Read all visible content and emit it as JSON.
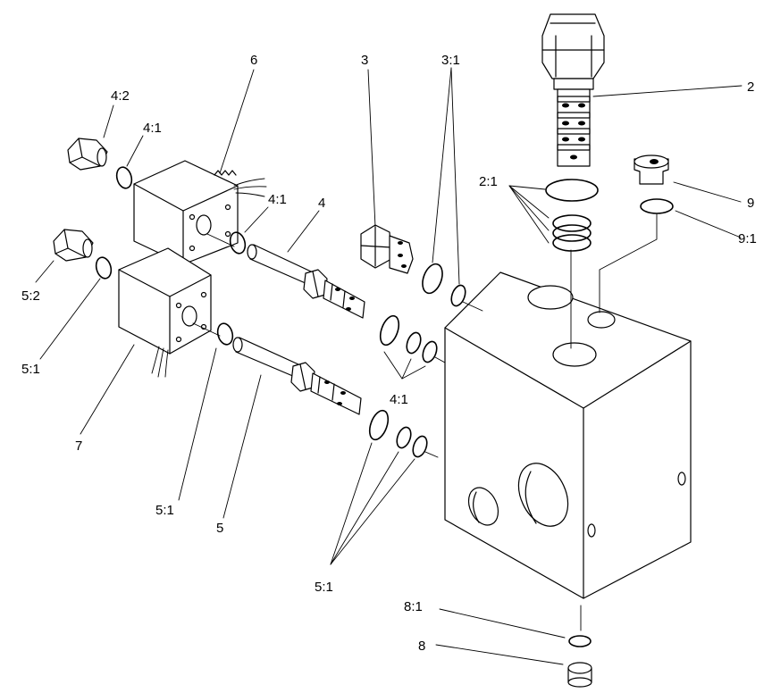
{
  "diagram": {
    "labels": {
      "l2": "2",
      "l2_1": "2:1",
      "l3": "3",
      "l3_1": "3:1",
      "l4": "4",
      "l4_1a": "4:1",
      "l4_1b": "4:1",
      "l4_1c": "4:1",
      "l4_2": "4:2",
      "l5": "5",
      "l5_1a": "5:1",
      "l5_1b": "5:1",
      "l5_1c": "5:1",
      "l5_2": "5:2",
      "l6": "6",
      "l7": "7",
      "l8": "8",
      "l8_1": "8:1",
      "l9": "9",
      "l9_1": "9:1"
    }
  }
}
